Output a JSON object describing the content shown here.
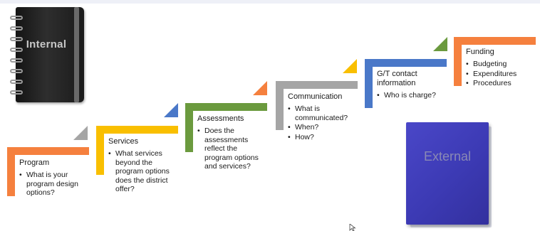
{
  "notebook": {
    "label": "Internal"
  },
  "book": {
    "label": "External"
  },
  "steps": [
    {
      "title": "Program",
      "bullets": [
        "What is your program design options?"
      ],
      "color": "#f5803e"
    },
    {
      "title": "Services",
      "bullets": [
        "What services beyond the program options does the district offer?"
      ],
      "color": "#f9bf00"
    },
    {
      "title": "Assessments",
      "bullets": [
        "Does the assessments reflect the program options and services?"
      ],
      "color": "#6b9a3e"
    },
    {
      "title": "Communication",
      "bullets": [
        "What is communicated?",
        "When?",
        "How?"
      ],
      "color": "#a5a5a5"
    },
    {
      "title": "G/T contact information",
      "bullets": [
        "Who is charge?"
      ],
      "color": "#4a78c8"
    },
    {
      "title": "Funding",
      "bullets": [
        "Budgeting",
        "Expenditures",
        "Procedures"
      ],
      "color": "#f5803e"
    }
  ],
  "triangles": [
    "#a5a5a5",
    "#4a78c8",
    "#f5803e",
    "#f9bf00",
    "#6b9a3e"
  ]
}
